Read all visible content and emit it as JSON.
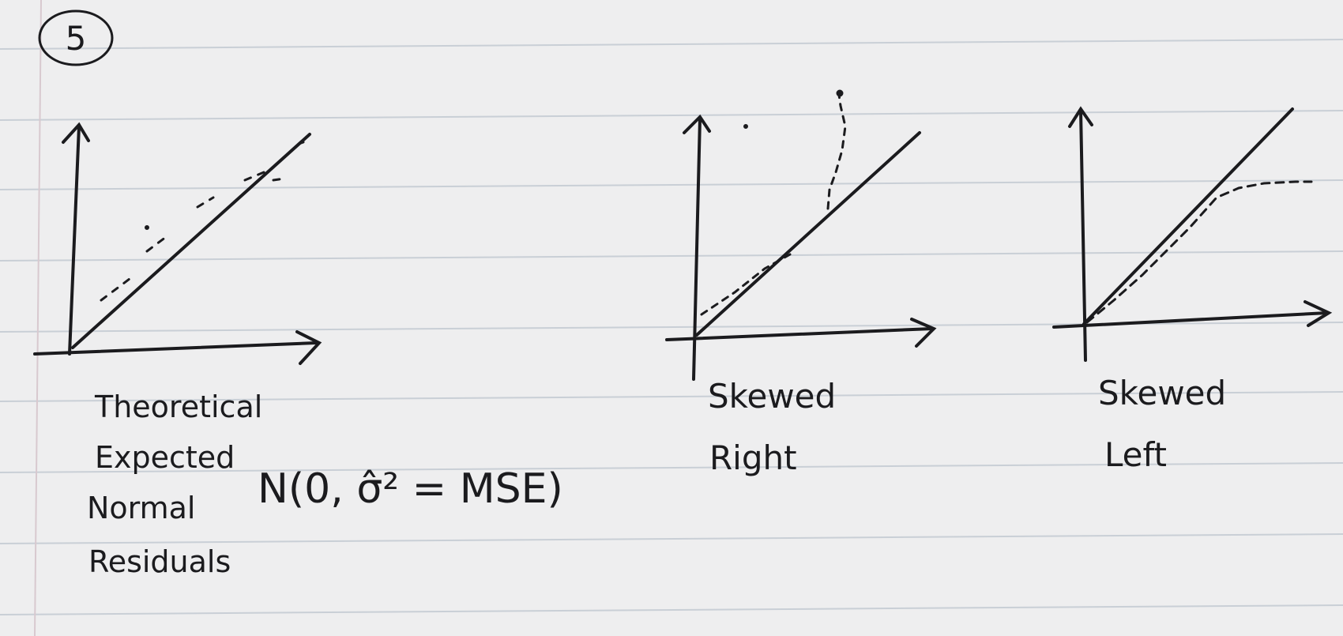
{
  "note": {
    "problem_number": "5",
    "formula": "N(0, σ̂² = MSE)"
  },
  "plots": [
    {
      "id": "theoretical",
      "caption_lines": [
        "Theoretical",
        "Expected",
        "Normal",
        "Residuals"
      ]
    },
    {
      "id": "skewed-right",
      "caption_lines": [
        "Skewed",
        "Right"
      ]
    },
    {
      "id": "skewed-left",
      "caption_lines": [
        "Skewed",
        "Left"
      ]
    }
  ],
  "colors": {
    "paper": "#eeeeef",
    "rule_line": "#c9cfd6",
    "margin_line": "#d8c9cf",
    "ink": "#1b1b1e"
  }
}
